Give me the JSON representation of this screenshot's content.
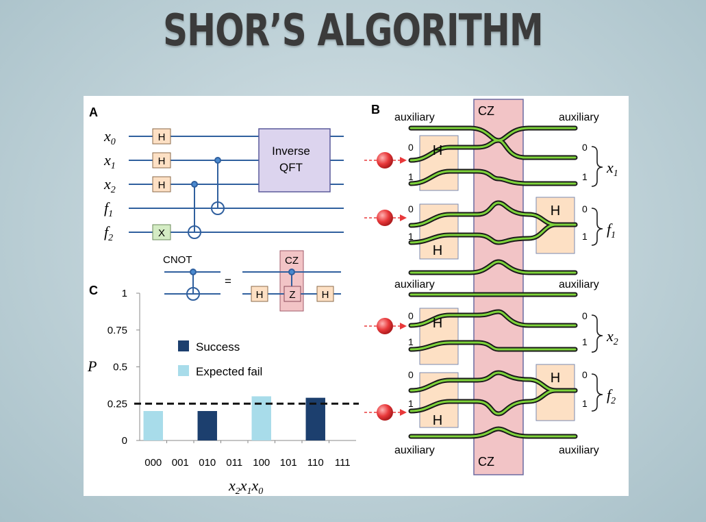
{
  "slide": {
    "title": "SHOR’S ALGORITHM"
  },
  "panel_a": {
    "label": "A",
    "qubits": [
      {
        "sym": "x",
        "sub": "0"
      },
      {
        "sym": "x",
        "sub": "1"
      },
      {
        "sym": "x",
        "sub": "2"
      },
      {
        "sym": "f",
        "sub": "1"
      },
      {
        "sym": "f",
        "sub": "2"
      }
    ],
    "gate_h": "H",
    "gate_x": "X",
    "qft_line1": "Inverse",
    "qft_line2": "QFT",
    "cnot_label": "CNOT",
    "equals": "=",
    "cz_label": "CZ",
    "z_label": "Z"
  },
  "panel_b": {
    "label": "B",
    "auxiliary": "auxiliary",
    "cz": "CZ",
    "h": "H",
    "zero": "0",
    "one": "1",
    "brace_labels": [
      {
        "sym": "x",
        "sub": "1"
      },
      {
        "sym": "f",
        "sub": "1"
      },
      {
        "sym": "x",
        "sub": "2"
      },
      {
        "sym": "f",
        "sub": "2"
      }
    ],
    "colors": {
      "waveguide": "#7ed43a",
      "cz_box": "#f2c4c6",
      "h_box": "#fde0c4",
      "photon": "#e8383a"
    }
  },
  "panel_c": {
    "label": "C",
    "y_symbol": "P",
    "x_axis_label": {
      "a": "x",
      "a_sub": "2",
      "b": "x",
      "b_sub": "1",
      "c": "x",
      "c_sub": "0"
    },
    "legend": [
      {
        "label": "Success",
        "color": "#1c3f6e"
      },
      {
        "label": "Expected fail",
        "color": "#a8dcea"
      }
    ]
  },
  "chart_data": {
    "type": "bar",
    "categories": [
      "000",
      "001",
      "010",
      "011",
      "100",
      "101",
      "110",
      "111"
    ],
    "series": [
      {
        "name": "Success",
        "values": [
          0,
          0,
          0.2,
          0,
          0,
          0,
          0.29,
          0
        ]
      },
      {
        "name": "Expected fail",
        "values": [
          0.2,
          0,
          0,
          0,
          0.3,
          0,
          0,
          0
        ]
      }
    ],
    "y_ticks": [
      "0",
      "0.25",
      "0.5",
      "0.75",
      "1"
    ],
    "ylim": [
      0,
      1
    ],
    "reference_line": 0.25,
    "ylabel": "P",
    "xlabel": "x2x1x0"
  }
}
